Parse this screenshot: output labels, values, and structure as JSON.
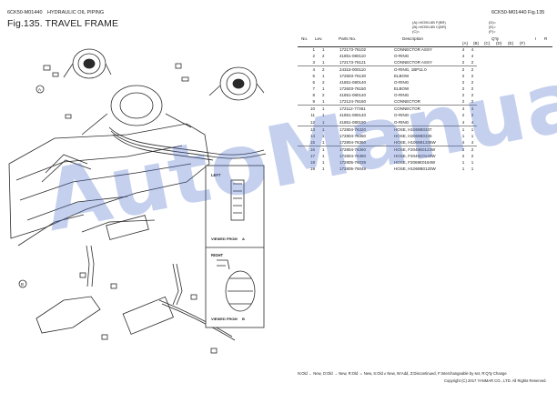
{
  "header": {
    "left_code": "6CK50-M01440",
    "section_title": "HYDRAULIC OIL PIPING",
    "figure_title": "Fig.135.  TRAVEL FRAME",
    "right_code": "6CK50-M01440",
    "right_fig": "Fig.135"
  },
  "model_legend": {
    "a": "(A)=ViO50-6B F(BR)",
    "b": "(B)=ViO50-6B C(BR)",
    "c": "(C)=",
    "d": "(D)=",
    "e": "(E)=",
    "f": "(F)="
  },
  "columns": {
    "no": "No.",
    "lev": "Lev.",
    "part_no": "Parts No.",
    "description": "Description",
    "qty": "Q'ty",
    "a": "(A)",
    "b": "(B)",
    "c": "(C)",
    "d": "(D)",
    "e": "(E)",
    "f": "(F)",
    "i": "I",
    "r": "R"
  },
  "parts": [
    {
      "no": "1",
      "lev": "1",
      "pn": "172173-76102",
      "desc": "CONNECTOR ASSY",
      "a": "4",
      "b": "4"
    },
    {
      "no": "2",
      "lev": "2",
      "pn": "41851-080110",
      "desc": "O-RING",
      "a": "4",
      "b": "4"
    },
    {
      "no": "3",
      "lev": "1",
      "pn": "172173-76121",
      "desc": "CONNECTOR ASSY",
      "a": "2",
      "b": "2"
    },
    {
      "no": "4",
      "lev": "2",
      "pn": "24315-000110",
      "desc": "O-RING, 1BP11.0",
      "a": "2",
      "b": "2"
    },
    {
      "no": "5",
      "lev": "1",
      "pn": "172603-76130",
      "desc": "ELBOW",
      "a": "2",
      "b": "2"
    },
    {
      "no": "6",
      "lev": "2",
      "pn": "41851-080140",
      "desc": "O-RING",
      "a": "2",
      "b": "2"
    },
    {
      "no": "7",
      "lev": "1",
      "pn": "172603-76150",
      "desc": "ELBOW",
      "a": "2",
      "b": "2"
    },
    {
      "no": "8",
      "lev": "2",
      "pn": "41851-080140",
      "desc": "O-RING",
      "a": "2",
      "b": "2"
    },
    {
      "no": "9",
      "lev": "1",
      "pn": "172124-76160",
      "desc": "CONNECTOR",
      "a": "2",
      "b": "2"
    },
    {
      "no": "10",
      "lev": "1",
      "pn": "172112-77361",
      "desc": "CONNECTOR",
      "a": "4",
      "b": "4"
    },
    {
      "no": "11",
      "lev": "1",
      "pn": "41851-080140",
      "desc": "O-RING",
      "a": "2",
      "b": "2"
    },
    {
      "no": "12",
      "lev": "1",
      "pn": "41851-080180",
      "desc": "O-RING",
      "a": "4",
      "b": "4"
    },
    {
      "no": "13",
      "lev": "1",
      "pn": "172804-76320",
      "desc": "HOSE, H1069B0337",
      "a": "1",
      "b": "1"
    },
    {
      "no": "14",
      "lev": "1",
      "pn": "172804-76350",
      "desc": "HOSE, H2069B0335",
      "a": "1",
      "b": "1"
    },
    {
      "no": "15",
      "lev": "1",
      "pn": "172804-76360",
      "desc": "HOSE, H1069B1335W",
      "a": "4",
      "b": "4"
    },
    {
      "no": "16",
      "lev": "1",
      "pn": "172804-76360",
      "desc": "HOSE, F2049B0123W",
      "a": "2",
      "b": "2"
    },
    {
      "no": "17",
      "lev": "1",
      "pn": "172804-76380",
      "desc": "HOSE, F2049C0140W",
      "a": "2",
      "b": "2"
    },
    {
      "no": "18",
      "lev": "1",
      "pn": "172805-76039",
      "desc": "HOSE, F2069E0184W",
      "a": "1",
      "b": "1"
    },
    {
      "no": "19",
      "lev": "1",
      "pn": "172805-76049",
      "desc": "HOSE, H1069B0120W",
      "a": "1",
      "b": "1"
    }
  ],
  "inset": {
    "left_label": "LEFT",
    "right_label": "RIGHT",
    "viewed_from_1": "VIEWED FROM",
    "viewed_from_2": "VIEWED FROM",
    "view_a": "A",
    "view_b": "B"
  },
  "callouts": {
    "a": "A",
    "b": "B"
  },
  "watermark": "AutoManual",
  "footer": {
    "legend": "N:Old ← New, O:Old → New, R:Old ⇔ New, S:Old ≠ New, W:Add, Z:Discontinued, F:Interchangeable by set, R:Q'ty Change",
    "copyright": "Copyright (C) 2017 YANMAR CO., LTD. All Rights Reserved."
  },
  "colors": {
    "watermark": "#5a80d0",
    "line": "#2a2a2a"
  }
}
